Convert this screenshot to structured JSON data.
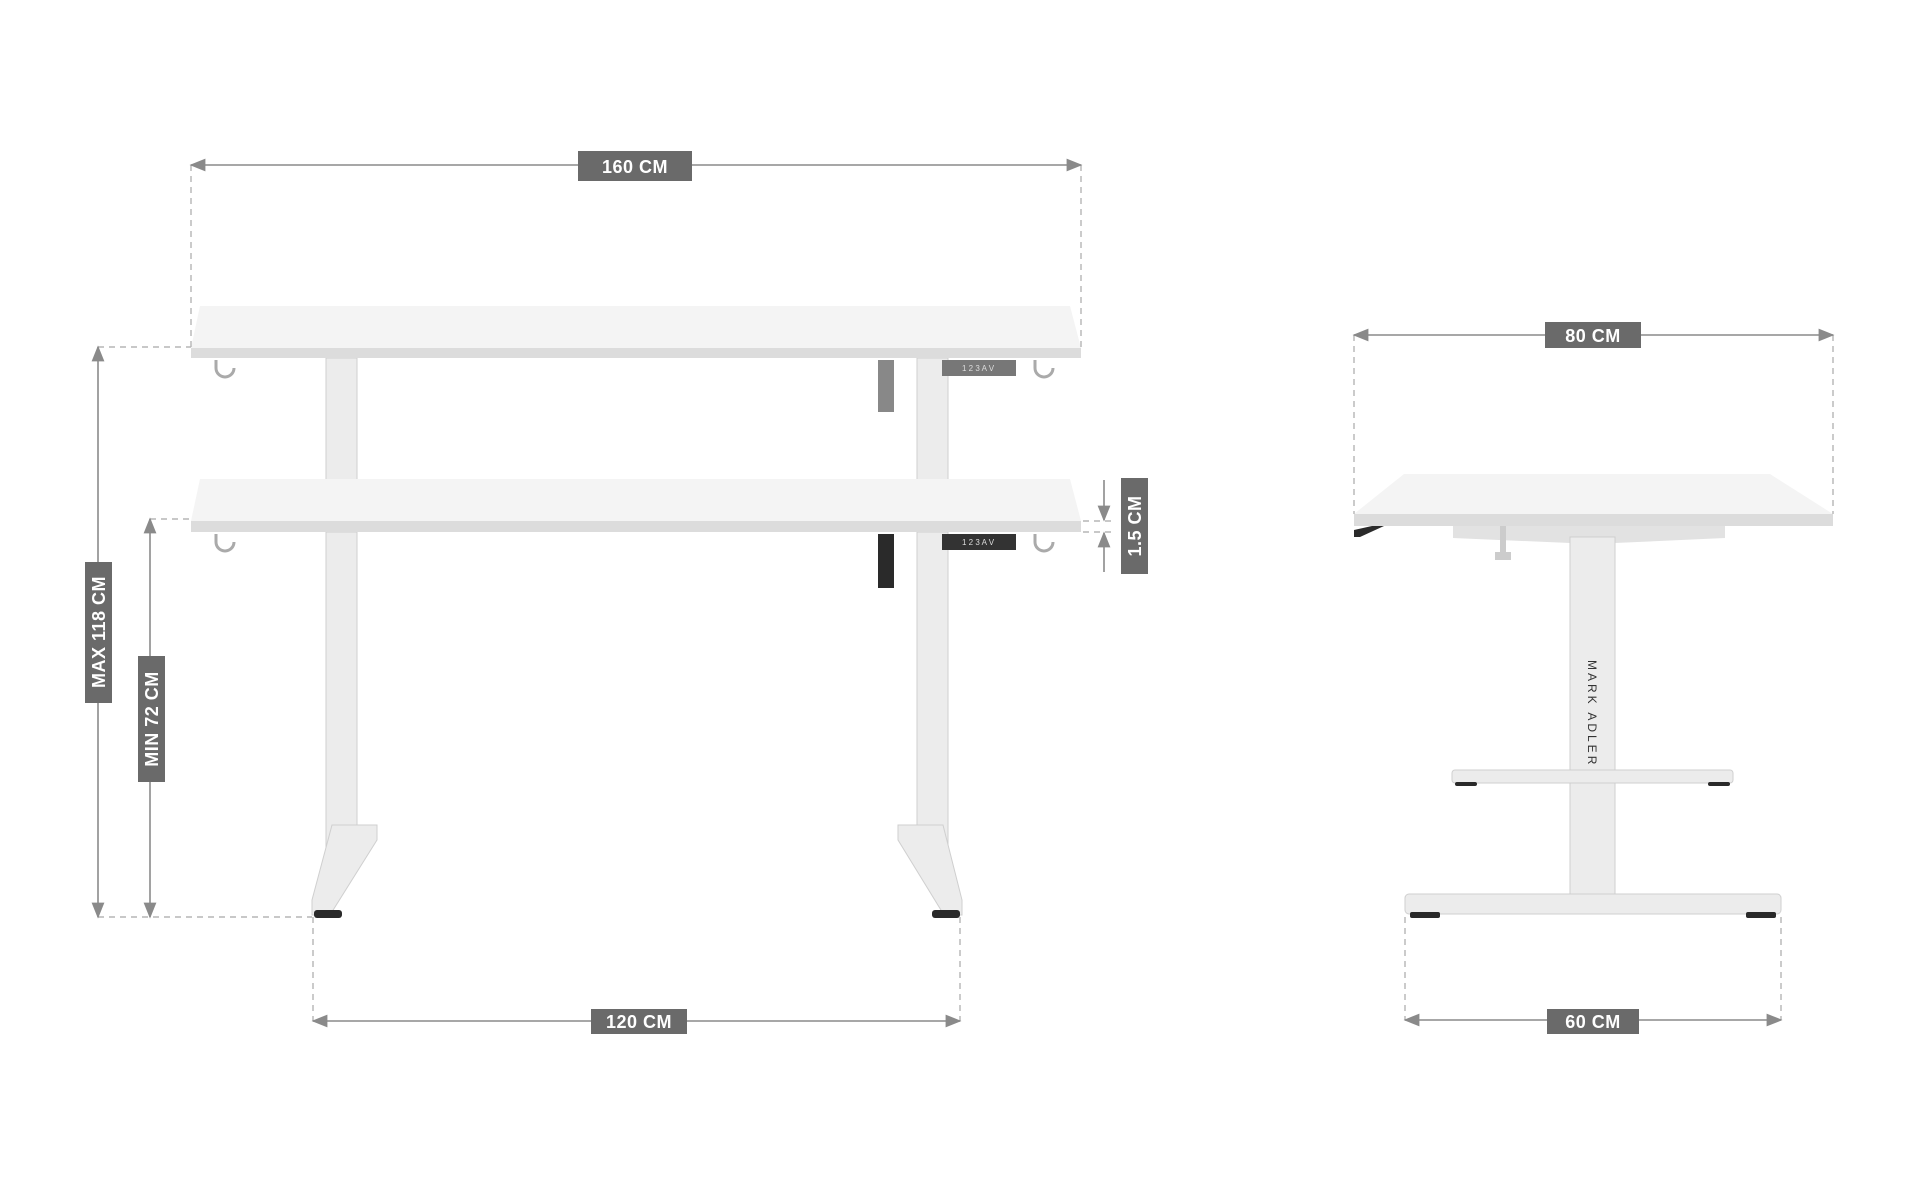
{
  "dimensions": {
    "width_top": "160 CM",
    "max_height": "MAX 118 CM",
    "min_height": "MIN 72 CM",
    "thickness": "1.5 CM",
    "leg_span": "120 CM",
    "depth": "80 CM",
    "foot_depth": "60 CM"
  },
  "brand": "MARK ADLER",
  "control_panel": "1 2 3 A V",
  "colors": {
    "label_bg": "#6a6a6a",
    "desk": "#f4f4f4",
    "frame": "#ececec"
  }
}
